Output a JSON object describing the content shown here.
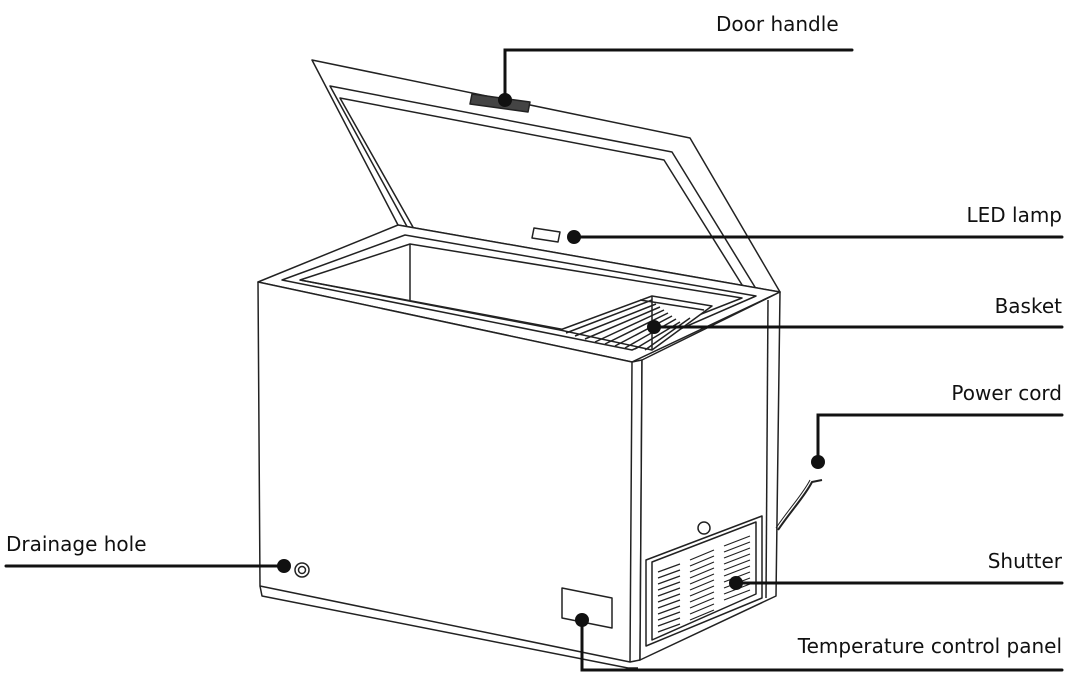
{
  "labels": {
    "door_handle": "Door handle",
    "led_lamp": "LED lamp",
    "basket": "Basket",
    "power_cord": "Power cord",
    "drainage_hole": "Drainage hole",
    "shutter": "Shutter",
    "temperature_control_panel": "Temperature control panel"
  }
}
